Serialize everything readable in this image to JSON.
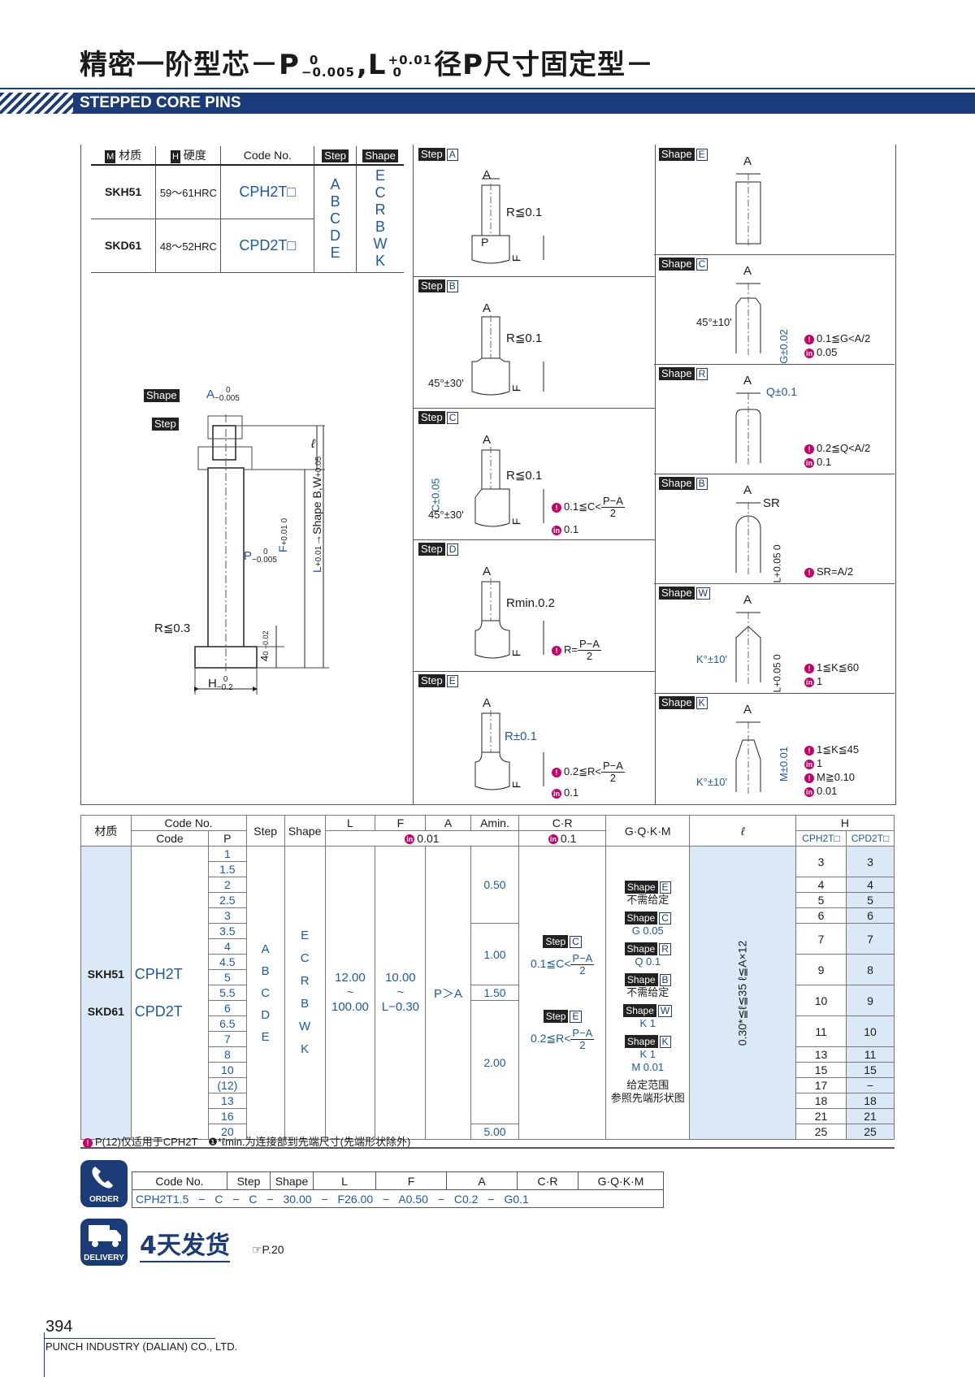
{
  "header": {
    "title_cn": "精密一阶型芯",
    "title_dash": "－P",
    "p_tol_top": "0",
    "p_tol_bottom": "−0.005",
    "title_l": ",L",
    "l_tol_top": "+0.01",
    "l_tol_bottom": "0",
    "title_tail": "径P尺寸固定型－",
    "subtitle": "STEPPED CORE PINS"
  },
  "materials": {
    "headers": [
      "材质",
      "硬度",
      "Code No.",
      "Step",
      "Shape"
    ],
    "m_badge": "M",
    "h_badge": "H",
    "rows": [
      {
        "material": "SKH51",
        "hardness": "59～61HRC",
        "code": "CPH2T□"
      },
      {
        "material": "SKD61",
        "hardness": "48～52HRC",
        "code": "CPD2T□"
      }
    ],
    "steps": [
      "A",
      "B",
      "C",
      "D",
      "E"
    ],
    "shapes": [
      "E",
      "C",
      "R",
      "B",
      "W",
      "K"
    ]
  },
  "main_drawing": {
    "shape_tag": "Shape",
    "step_tag": "Step",
    "a_label": "A",
    "a_tol": [
      "0",
      "−0.005"
    ],
    "ell": "ℓ",
    "p_label": "P",
    "p_tol": [
      "0",
      "−0.005"
    ],
    "f_label": "F",
    "f_tol": [
      "+0.01",
      "0"
    ],
    "l_label": "L",
    "l_tol": [
      "+0.01",
      "0"
    ],
    "l_arrow": "→Shape B,W",
    "l_arrow_tol": [
      "+0.05",
      "0"
    ],
    "r_label": "R≦0.3",
    "head_label": "4",
    "head_tol": [
      "0",
      "−0.02"
    ],
    "h_label": "H",
    "h_tol": [
      "0",
      "−0.2"
    ]
  },
  "step_panels": [
    {
      "tag": "Step",
      "letter": "A",
      "dims": [
        "A",
        "R≦0.1",
        "P",
        "F"
      ],
      "note": ""
    },
    {
      "tag": "Step",
      "letter": "B",
      "dims": [
        "A",
        "R≦0.1",
        "45°±30'",
        "F"
      ],
      "note": ""
    },
    {
      "tag": "Step",
      "letter": "C",
      "dims": [
        "A",
        "R≦0.1",
        "C±0.05",
        "45°±30'",
        "F"
      ],
      "note": "0.1≦C<",
      "frac": [
        "P−A",
        "2"
      ],
      "in": "0.1"
    },
    {
      "tag": "Step",
      "letter": "D",
      "dims": [
        "A",
        "Rmin.0.2",
        "F"
      ],
      "note": "R=",
      "frac": [
        "P−A",
        "2"
      ]
    },
    {
      "tag": "Step",
      "letter": "E",
      "dims": [
        "A",
        "R±0.1",
        "F"
      ],
      "note": "0.2≦R<",
      "frac": [
        "P−A",
        "2"
      ],
      "in": "0.1"
    }
  ],
  "shape_panels": [
    {
      "tag": "Shape",
      "letter": "E",
      "dims": [
        "A"
      ],
      "notes": []
    },
    {
      "tag": "Shape",
      "letter": "C",
      "dims": [
        "A",
        "45°±10'",
        "G±0.02"
      ],
      "notes": [
        "0.1≦G<A/2",
        "0.05"
      ]
    },
    {
      "tag": "Shape",
      "letter": "R",
      "dims": [
        "A",
        "Q±0.1"
      ],
      "notes": [
        "0.2≦Q<A/2",
        "0.1"
      ]
    },
    {
      "tag": "Shape",
      "letter": "B",
      "dims": [
        "A",
        "SR",
        "L+0.05 0"
      ],
      "notes": [
        "SR=A/2"
      ]
    },
    {
      "tag": "Shape",
      "letter": "W",
      "dims": [
        "A",
        "K°±10'",
        "L+0.05 0"
      ],
      "notes": [
        "1≦K≦60",
        "1"
      ]
    },
    {
      "tag": "Shape",
      "letter": "K",
      "dims": [
        "A",
        "M±0.01",
        "K°±10'"
      ],
      "notes": [
        "1≦K≦45",
        "1",
        "M≧0.10",
        "0.01"
      ]
    }
  ],
  "spec": {
    "h_material": "材质",
    "h_codeno": "Code No.",
    "h_code": "Code",
    "h_p": "P",
    "h_step": "Step",
    "h_shape": "Shape",
    "h_l": "L",
    "h_f": "F",
    "h_a": "A",
    "h_amin": "Amin.",
    "h_cr": "C·R",
    "h_gqkm": "G·Q·K·M",
    "h_ell": "ℓ",
    "h_h": "H",
    "h_h1": "CPH2T□",
    "h_h2": "CPD2T□",
    "in_lfa": "0.01",
    "in_cr": "0.1",
    "materials": [
      "SKH51",
      "SKD61"
    ],
    "codes": [
      "CPH2T",
      "CPD2T"
    ],
    "p_values": [
      "1",
      "1.5",
      "2",
      "2.5",
      "3",
      "3.5",
      "4",
      "4.5",
      "5",
      "5.5",
      "6",
      "6.5",
      "7",
      "8",
      "10",
      "(12)",
      "13",
      "16",
      "20"
    ],
    "steps": [
      "A",
      "B",
      "C",
      "D",
      "E"
    ],
    "shapes": [
      "E",
      "C",
      "R",
      "B",
      "W",
      "K"
    ],
    "l_range": [
      "12.00",
      "~",
      "100.00"
    ],
    "f_range": [
      "10.00",
      "~",
      "L−0.30"
    ],
    "a_cond": "P＞A",
    "amin": [
      "0.50",
      "1.00",
      "1.50",
      "2.00",
      "5.00"
    ],
    "cr_c": "0.1≦C<",
    "cr_r": "0.2≦R<",
    "cr_frac": [
      "P−A",
      "2"
    ],
    "gqkm": [
      {
        "tag": "Shape",
        "letter": "E",
        "text": "不需给定"
      },
      {
        "tag": "Shape",
        "letter": "C",
        "text": "G 0.05"
      },
      {
        "tag": "Shape",
        "letter": "R",
        "text": "Q 0.1"
      },
      {
        "tag": "Shape",
        "letter": "B",
        "text": "不需给定"
      },
      {
        "tag": "Shape",
        "letter": "W",
        "text": "K 1"
      },
      {
        "tag": "Shape",
        "letter": "K",
        "text": "K 1"
      },
      {
        "tag": "",
        "letter": "",
        "text": "M 0.01"
      }
    ],
    "gqkm_foot": [
      "给定范围",
      "参照先端形状图"
    ],
    "ell_text": "0.30*≦ℓ≦35 ℓ≦A×12",
    "h_rows": [
      [
        "3",
        "3"
      ],
      [
        "4",
        "4"
      ],
      [
        "5",
        "5"
      ],
      [
        "6",
        "6"
      ],
      [
        "7",
        "7"
      ],
      [
        "9",
        "8"
      ],
      [
        "10",
        "9"
      ],
      [
        "11",
        "10"
      ],
      [
        "13",
        "11"
      ],
      [
        "15",
        "15"
      ],
      [
        "17",
        "−"
      ],
      [
        "18",
        "18"
      ],
      [
        "21",
        "21"
      ],
      [
        "25",
        "25"
      ]
    ],
    "footnote": "P(12)仅适用于CPH2T　❶*ℓmin.为连接部到先端尺寸(先端形状除外)"
  },
  "order": {
    "icon": "ORDER",
    "headers": [
      "Code No.",
      "Step",
      "Shape",
      "L",
      "F",
      "A",
      "C·R",
      "G·Q·K·M"
    ],
    "values": [
      "CPH2T1.5",
      "−",
      "C",
      "−",
      "C",
      "−",
      "30.00",
      "−",
      "F26.00",
      "−",
      "A0.50",
      "−",
      "C0.2",
      "−",
      "G0.1"
    ]
  },
  "delivery": {
    "icon": "DELIVERY",
    "text": "4天发货",
    "ref": "☞P.20"
  },
  "footer": {
    "page": "394",
    "company": "PUNCH INDUSTRY (DALIAN) CO., LTD."
  },
  "colors": {
    "brand": "#1b3c78",
    "accent": "#1b5aa8",
    "note": "#c8006a",
    "table_fill": "#dbe9f6"
  }
}
